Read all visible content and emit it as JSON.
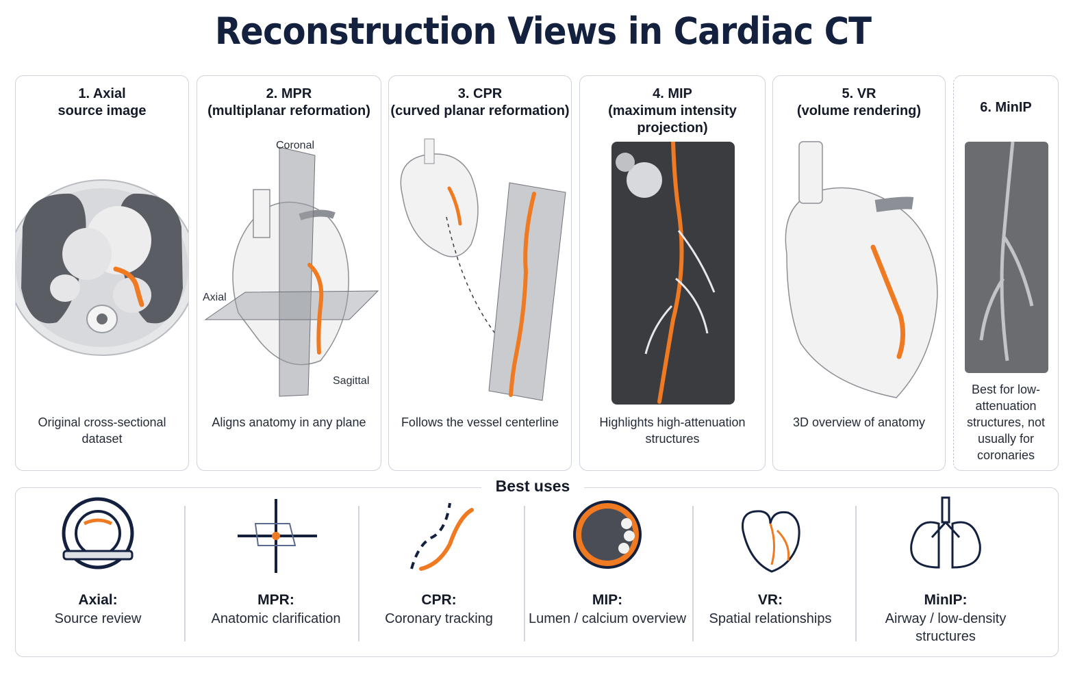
{
  "title": "Reconstruction Views in Cardiac CT",
  "panels": [
    {
      "title_line1": "1. Axial",
      "title_line2": "source image",
      "description": "Original cross-sectional dataset"
    },
    {
      "title_line1": "2. MPR",
      "title_line2": "(multiplanar reformation)",
      "description": "Aligns anatomy in any plane",
      "labels": {
        "coronal": "Coronal",
        "axial": "Axial",
        "sagittal": "Sagittal"
      }
    },
    {
      "title_line1": "3. CPR",
      "title_line2": "(curved planar reformation)",
      "description": "Follows the vessel centerline"
    },
    {
      "title_line1": "4. MIP",
      "title_line2": "(maximum intensity projection)",
      "description": "Highlights high-attenuation structures"
    },
    {
      "title_line1": "5. VR",
      "title_line2": "(volume rendering)",
      "description": "3D overview of anatomy"
    },
    {
      "title_line1": "6. MinIP",
      "title_line2": "",
      "description": "Best for low-attenuation structures, not usually for coronaries"
    }
  ],
  "best_uses": {
    "title": "Best uses",
    "items": [
      {
        "name": "Axial:",
        "description": "Source review",
        "icon": "ct-scanner-icon"
      },
      {
        "name": "MPR:",
        "description": "Anatomic clarification",
        "icon": "crosshair-plane-icon"
      },
      {
        "name": "CPR:",
        "description": "Coronary tracking",
        "icon": "curved-vessel-icon"
      },
      {
        "name": "MIP:",
        "description": "Lumen / calcium overview",
        "icon": "calcified-lumen-icon"
      },
      {
        "name": "VR:",
        "description": "Spatial relationships",
        "icon": "heart-icon"
      },
      {
        "name": "MinIP:",
        "description": "Airway / low-density structures",
        "icon": "lungs-icon"
      }
    ]
  },
  "colors": {
    "accent": "#ef7a22",
    "navy": "#13213f",
    "border": "#cfd3da",
    "ct_dark": "#3a3c40"
  }
}
